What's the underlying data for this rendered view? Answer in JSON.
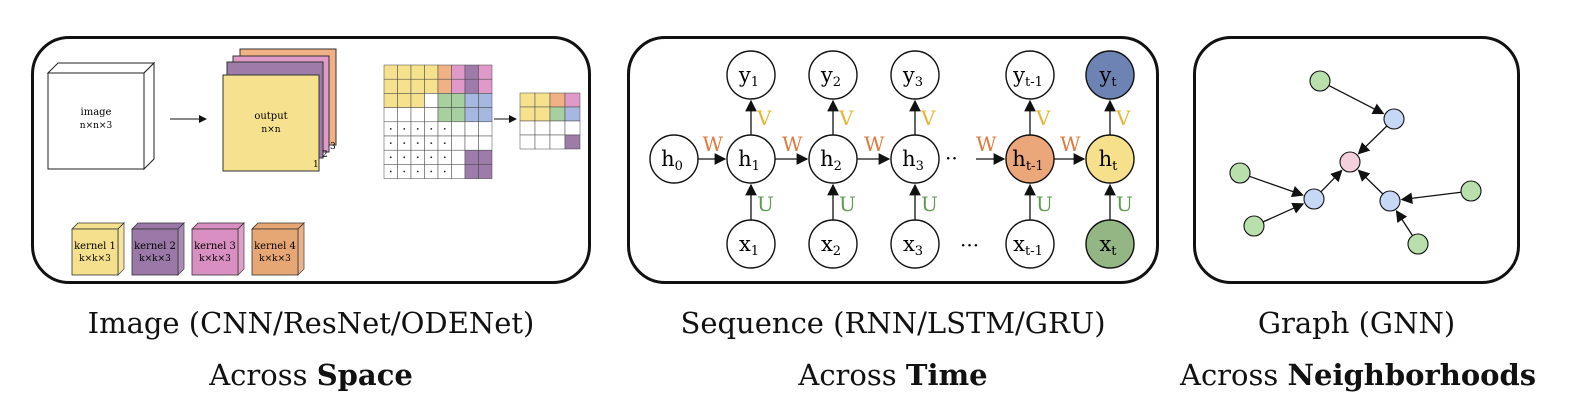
{
  "image_panel": {
    "input_label": "image",
    "input_dims": "n×n×3",
    "output_label": "output",
    "output_dims": "n×n",
    "layer_nums": [
      "1",
      "2",
      "3"
    ],
    "kernels": [
      {
        "label": "kernel 1",
        "dims": "k×k×3",
        "color": "#f5e08e"
      },
      {
        "label": "kernel 2",
        "dims": "k×k×3",
        "color": "#9a79a8"
      },
      {
        "label": "kernel 3",
        "dims": "k×k×3",
        "color": "#d98fc1"
      },
      {
        "label": "kernel 4",
        "dims": "k×k×3",
        "color": "#e7a774"
      }
    ],
    "colors": {
      "yellow": "#f6e18f",
      "purple": "#9d7caa",
      "pink": "#e09ac9",
      "orange": "#f0b185",
      "green": "#a7cf9f",
      "blue": "#a6b8e0"
    }
  },
  "sequence_panel": {
    "h_labels": [
      "h",
      "h",
      "h",
      "h",
      "h",
      "h"
    ],
    "h_subs": [
      "0",
      "1",
      "2",
      "3",
      "t-1",
      "t"
    ],
    "x_labels": [
      "x",
      "x",
      "x",
      "x",
      "x"
    ],
    "x_subs": [
      "1",
      "2",
      "3",
      "t-1",
      "t"
    ],
    "y_labels": [
      "y",
      "y",
      "y",
      "y",
      "y"
    ],
    "y_subs": [
      "1",
      "2",
      "3",
      "t-1",
      "t"
    ],
    "w_label": "W",
    "u_label": "U",
    "v_label": "V",
    "ellipsis": "···",
    "colors": {
      "w": "#e07a3c",
      "u": "#5f9a52",
      "v": "#e6b534",
      "h_prev": "#eba67a",
      "h_t": "#f7e08c",
      "x_t": "#94b584",
      "y_t": "#6d83b3"
    }
  },
  "graph_panel": {
    "colors": {
      "green": "#b9dfad",
      "blue": "#c7d8f6",
      "pink": "#f3d0dc"
    }
  },
  "captions": {
    "image_title": "Image (CNN/ResNet/ODENet)",
    "image_sub_prefix": "Across ",
    "image_sub_bold": "Space",
    "sequence_title": "Sequence (RNN/LSTM/GRU)",
    "sequence_sub_prefix": "Across ",
    "sequence_sub_bold": "Time",
    "graph_title": "Graph (GNN)",
    "graph_sub_prefix": "Across ",
    "graph_sub_bold": "Neighborhoods"
  }
}
